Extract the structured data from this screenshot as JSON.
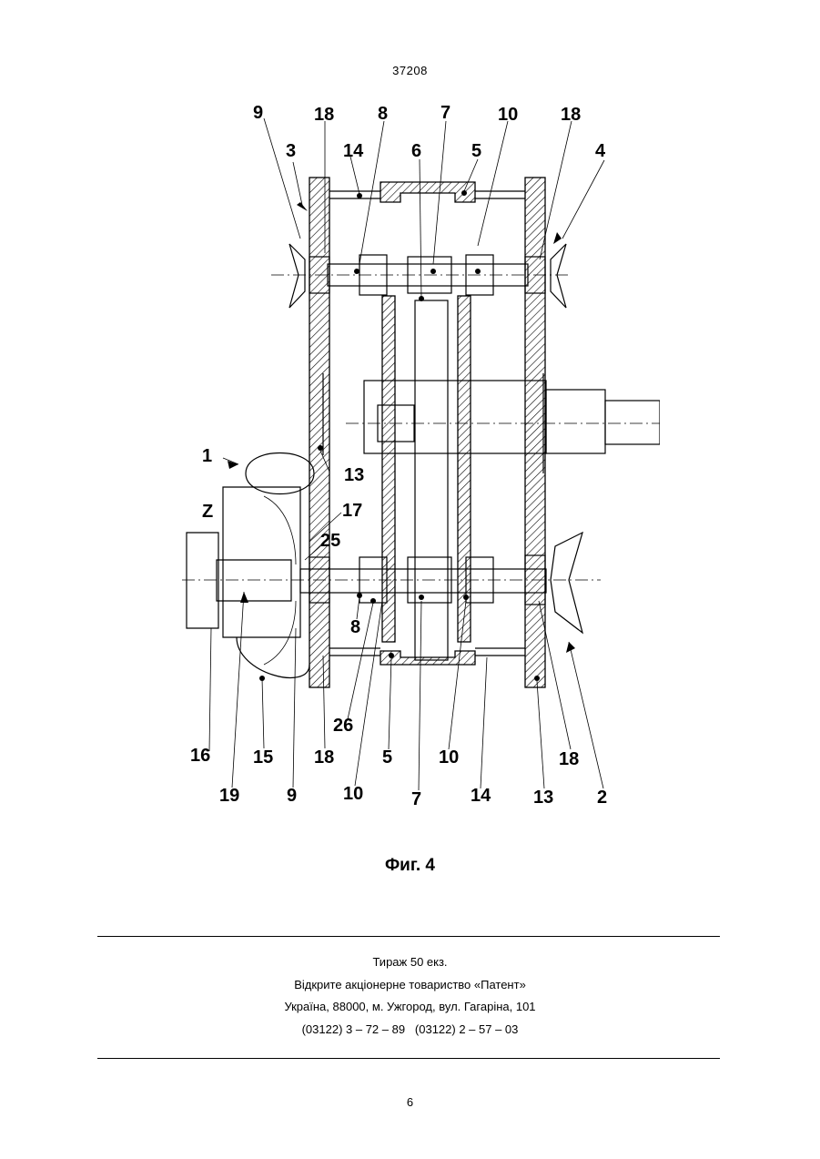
{
  "header": {
    "doc_number": "37208"
  },
  "figure": {
    "caption": "Фиг. 4",
    "labels": {
      "l9a": "9",
      "l18a": "18",
      "l8a": "8",
      "l7a": "7",
      "l10a": "10",
      "l18b": "18",
      "l3": "3",
      "l14a": "14",
      "l6": "6",
      "l5a": "5",
      "l4": "4",
      "l1": "1",
      "l13a": "13",
      "lZ": "Z",
      "l17": "17",
      "l25": "25",
      "l8b": "8",
      "l26": "26",
      "l16": "16",
      "l15": "15",
      "l18c": "18",
      "l5b": "5",
      "l10b": "10",
      "l18d": "18",
      "l19": "19",
      "l9b": "9",
      "l10c": "10",
      "l7b": "7",
      "l14b": "14",
      "l13b": "13",
      "l2": "2"
    }
  },
  "imprint": {
    "line1": "Тираж 50 екз.",
    "line2": "Відкрите акціонерне товариство «Патент»",
    "line3": "Україна, 88000, м. Ужгород, вул. Гагаріна, 101",
    "line4": "(03122) 3 – 72 – 89   (03122) 2 – 57 – 03"
  },
  "footer": {
    "page_number": "6"
  }
}
